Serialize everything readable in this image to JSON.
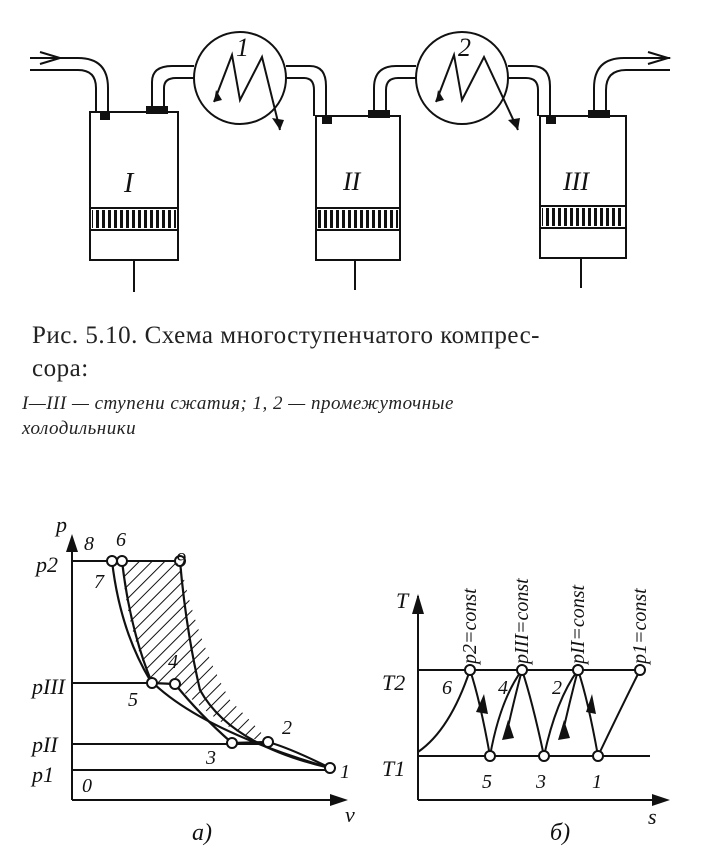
{
  "scheme": {
    "stage_labels": [
      "I",
      "II",
      "III"
    ],
    "cooler_labels": [
      "1",
      "2"
    ]
  },
  "caption": {
    "title_line1": "Рис. 5.10. Схема многоступенчатого компрес-",
    "title_line2": "сора:",
    "legend_line1": "I—III — ступени сжатия; 1, 2 — промежуточные",
    "legend_line2": "холодильники"
  },
  "pv_diagram": {
    "sublabel": "а)",
    "axis_y": "p",
    "axis_x": "v",
    "origin": "0",
    "pressures": [
      "p2",
      "pIII",
      "pII",
      "p1"
    ],
    "points": [
      "1",
      "2",
      "3",
      "4",
      "5",
      "6",
      "7",
      "8",
      "9"
    ]
  },
  "ts_diagram": {
    "sublabel": "б)",
    "axis_y": "T",
    "axis_x": "s",
    "temperatures": [
      "T2",
      "T1"
    ],
    "isobars": [
      "p2=const",
      "pIII=const",
      "pII=const",
      "p1=const"
    ],
    "points": [
      "1",
      "2",
      "3",
      "4",
      "5",
      "6"
    ]
  }
}
